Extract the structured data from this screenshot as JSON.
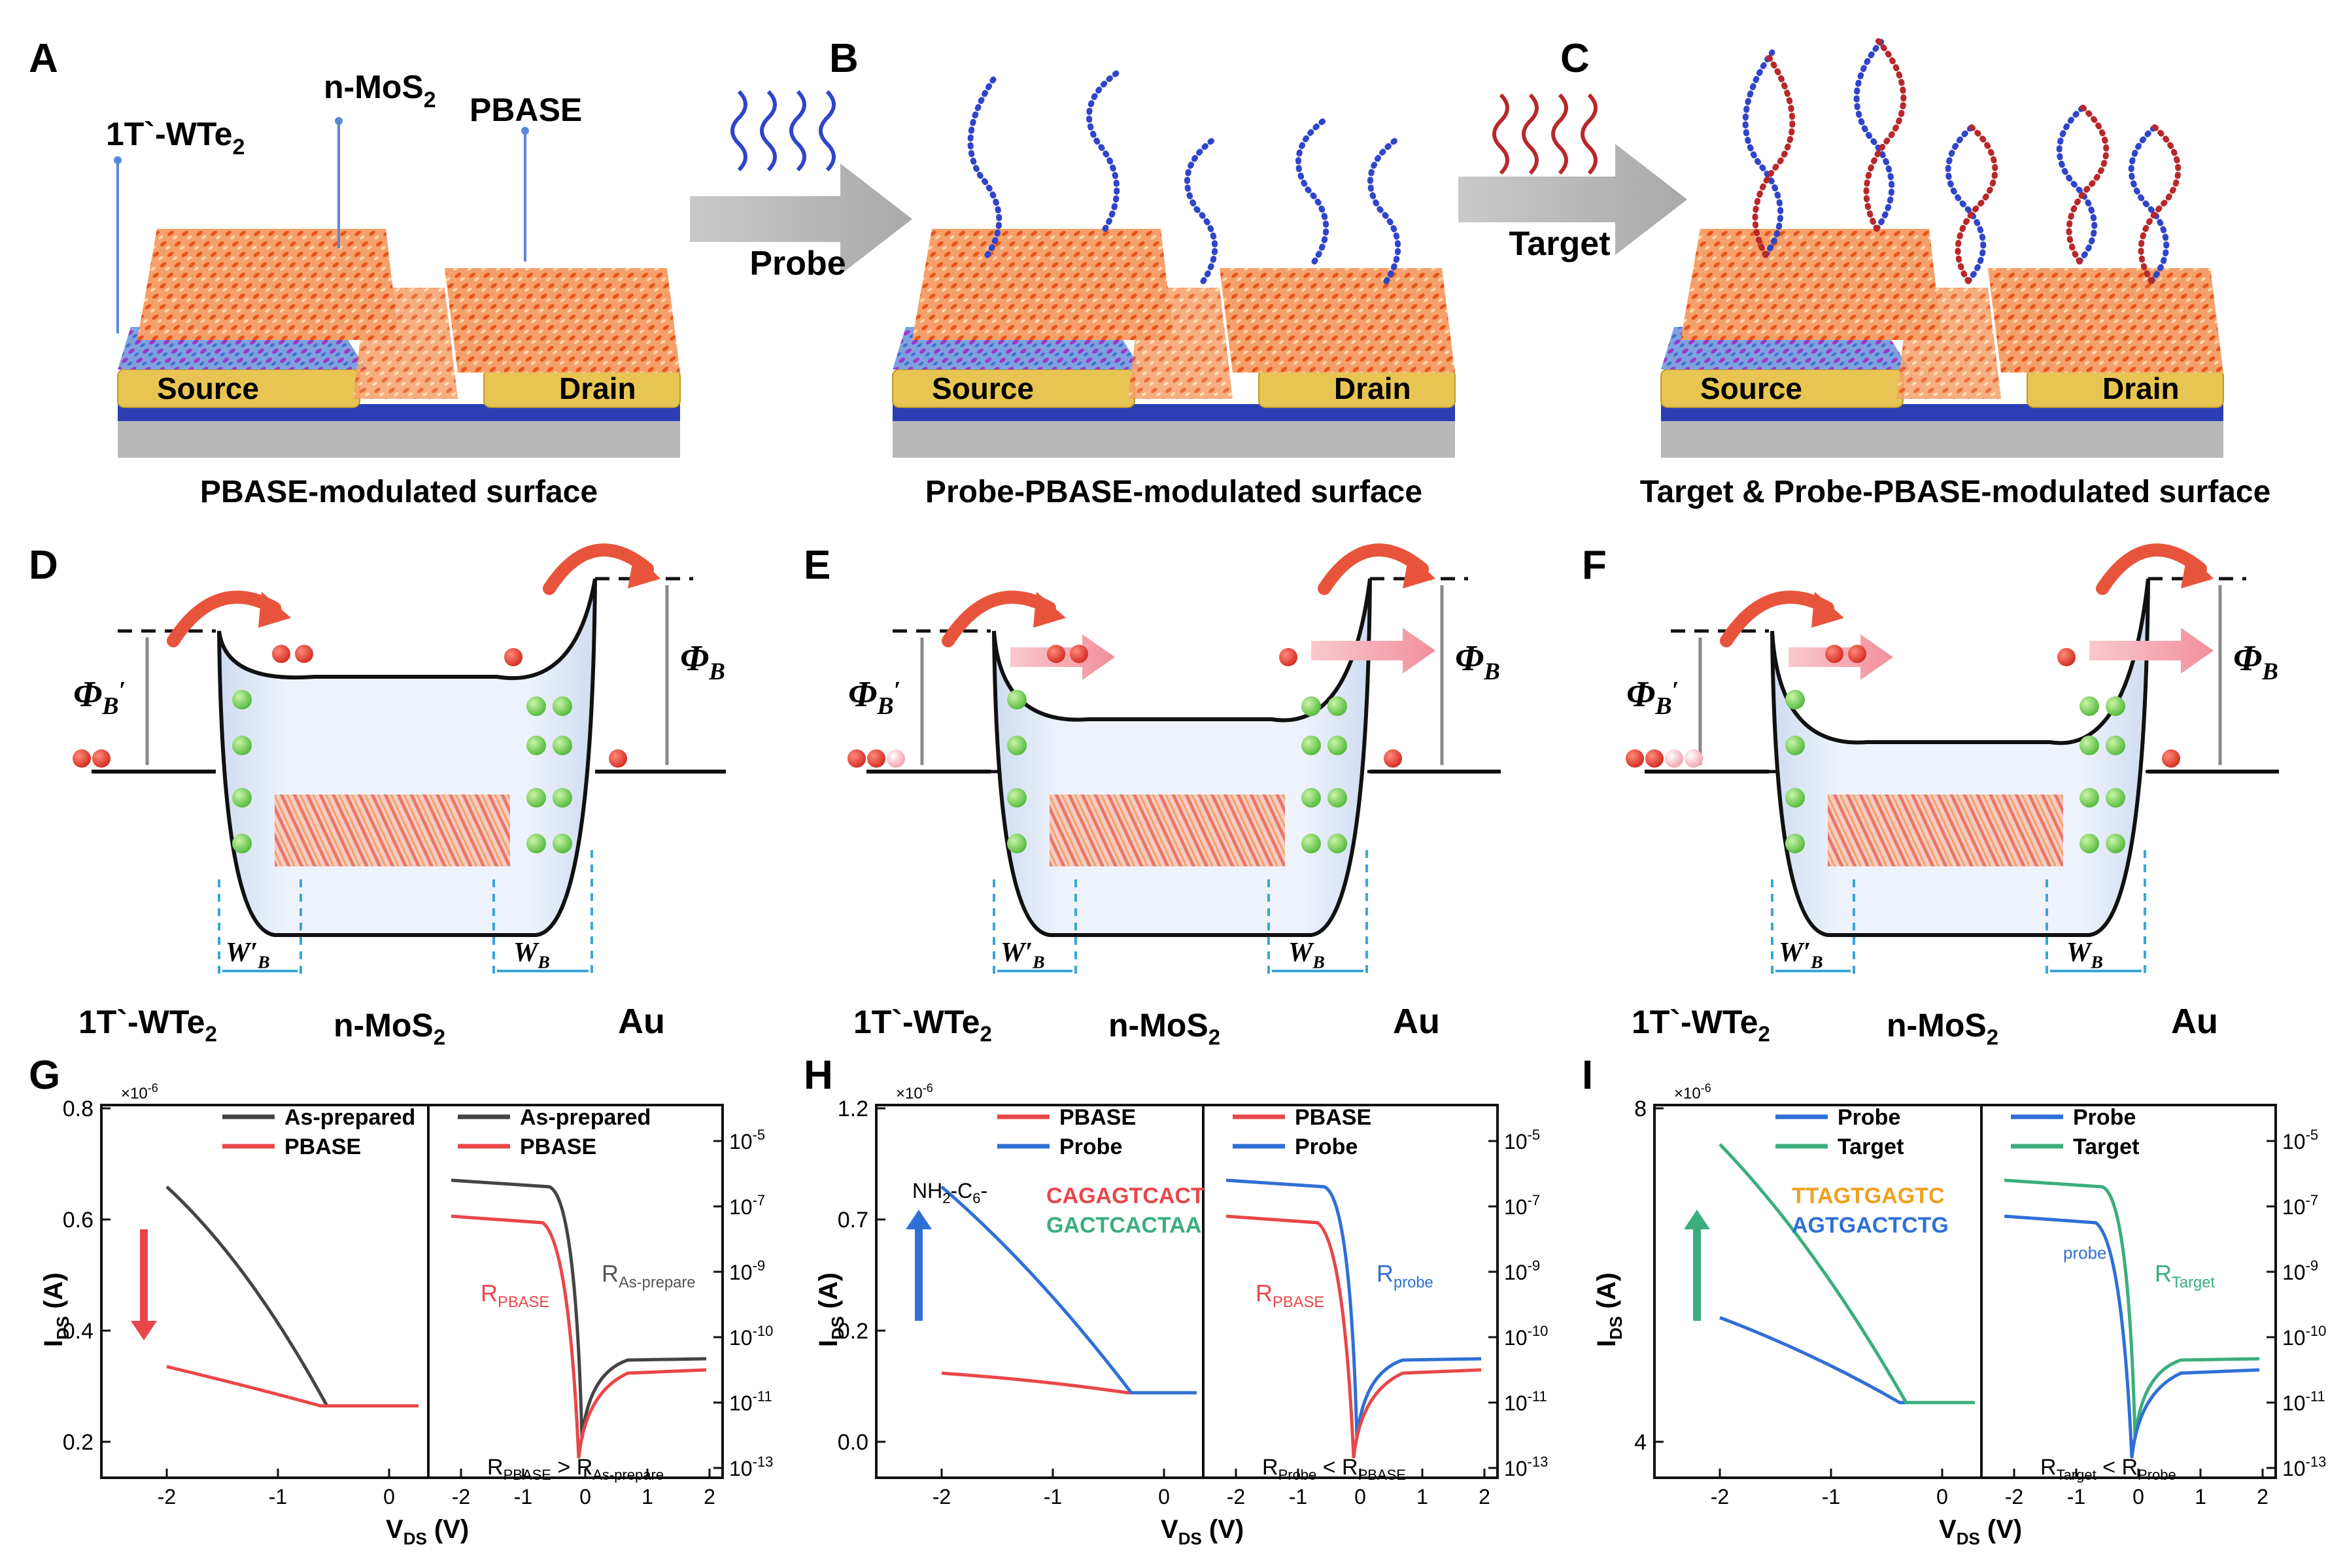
{
  "figure": {
    "panels_top": [
      {
        "letter": "A",
        "caption": "PBASE-modulated surface",
        "source": "Source",
        "drain": "Drain"
      },
      {
        "letter": "B",
        "caption": "Probe-PBASE-modulated surface",
        "source": "Source",
        "drain": "Drain"
      },
      {
        "letter": "C",
        "caption": "Target & Probe-PBASE-modulated surface",
        "source": "Source",
        "drain": "Drain"
      }
    ],
    "labels_a": {
      "wte2": "1T`-WTe",
      "mos2": "n-MoS",
      "sub2": "2",
      "pbase": "PBASE"
    },
    "arrow_probe": "Probe",
    "arrow_target": "Target",
    "colors": {
      "gold": "#E8C552",
      "blue_sub": "#2B3FB3",
      "grey_sub": "#B5B5B5",
      "red": "#E8474A",
      "blue": "#2F6FD6",
      "green": "#3AAE7C",
      "black": "#222222"
    },
    "panels_mid": [
      {
        "letter": "D",
        "left": "1T`-WTe",
        "mid": "n-MoS",
        "right": "Au"
      },
      {
        "letter": "E",
        "left": "1T`-WTe",
        "mid": "n-MoS",
        "right": "Au"
      },
      {
        "letter": "F",
        "left": "1T`-WTe",
        "mid": "n-MoS",
        "right": "Au"
      }
    ],
    "band": {
      "phi_b": "Φ",
      "phi_sub": "B",
      "prime": "′",
      "w_prime": "W′",
      "w": "W",
      "w_sub": "B"
    },
    "panels_bottom": [
      {
        "letter": "G",
        "left_scale": "×10",
        "left_scale_exp": "-6",
        "left_ticks": [
          "0.8",
          "0.6",
          "0.4",
          "0.2"
        ],
        "right_ticks": [
          {
            "base": "10",
            "exp": "-5"
          },
          {
            "base": "10",
            "exp": "-7"
          },
          {
            "base": "10",
            "exp": "-9"
          },
          {
            "base": "10",
            "exp": "-10"
          },
          {
            "base": "10",
            "exp": "-11"
          },
          {
            "base": "10",
            "exp": "-13"
          }
        ],
        "x_ticks_left": [
          "-2",
          "-1",
          "0"
        ],
        "x_ticks_right": [
          "-2",
          "-1",
          "0",
          "1",
          "2"
        ],
        "ylabel": "I",
        "ylabel_sub": "DS",
        "ylabel_unit": " (A)",
        "xlabel": "V",
        "xlabel_sub": "DS",
        "xlabel_unit": " (V)",
        "legend_left": [
          "As-prepared",
          "PBASE"
        ],
        "legend_right": [
          "As-prepared",
          "PBASE"
        ],
        "annot_1": "R",
        "annot_1_sub": "PBASE",
        "annot_2": "R",
        "annot_2_sub": "As-prepare",
        "compare_l": "R",
        "compare_l_sub": "PBASE",
        "compare_op": ">",
        "compare_r": "R",
        "compare_r_sub": "As-prepare"
      },
      {
        "letter": "H",
        "left_scale": "×10",
        "left_scale_exp": "-6",
        "left_ticks": [
          "1.2",
          "0.7",
          "0.2",
          "0.0"
        ],
        "right_ticks": [
          {
            "base": "10",
            "exp": "-5"
          },
          {
            "base": "10",
            "exp": "-7"
          },
          {
            "base": "10",
            "exp": "-9"
          },
          {
            "base": "10",
            "exp": "-10"
          },
          {
            "base": "10",
            "exp": "-11"
          },
          {
            "base": "10",
            "exp": "-13"
          }
        ],
        "x_ticks_left": [
          "-2",
          "-1",
          "0"
        ],
        "x_ticks_right": [
          "-2",
          "-1",
          "0",
          "1",
          "2"
        ],
        "ylabel": "I",
        "ylabel_sub": "DS",
        "ylabel_unit": " (A)",
        "xlabel": "V",
        "xlabel_sub": "DS",
        "xlabel_unit": " (V)",
        "legend_left": [
          "PBASE",
          "Probe"
        ],
        "legend_right": [
          "PBASE",
          "Probe"
        ],
        "seq_prefix": "NH",
        "seq_prefix_sub1": "2",
        "seq_prefix_mid": "-C",
        "seq_prefix_sub2": "6",
        "seq_prefix_end": "-",
        "seq1": "CAGAGTCACT",
        "seq2": "GACTCACTAA",
        "annot_1": "R",
        "annot_1_sub": "PBASE",
        "annot_2": "R",
        "annot_2_sub": "probe",
        "compare_l": "R",
        "compare_l_sub": "Probe",
        "compare_op": "<",
        "compare_r": "R",
        "compare_r_sub": "PBASE"
      },
      {
        "letter": "I",
        "left_scale": "×10",
        "left_scale_exp": "-6",
        "left_ticks": [
          "8",
          "4"
        ],
        "right_ticks": [
          {
            "base": "10",
            "exp": "-5"
          },
          {
            "base": "10",
            "exp": "-7"
          },
          {
            "base": "10",
            "exp": "-9"
          },
          {
            "base": "10",
            "exp": "-10"
          },
          {
            "base": "10",
            "exp": "-11"
          },
          {
            "base": "10",
            "exp": "-13"
          }
        ],
        "x_ticks_left": [
          "-2",
          "-1",
          "0"
        ],
        "x_ticks_right": [
          "-2",
          "-1",
          "0",
          "1",
          "2"
        ],
        "ylabel": "I",
        "ylabel_sub": "DS",
        "ylabel_unit": " (A)",
        "xlabel": "V",
        "xlabel_sub": "DS",
        "xlabel_unit": " (V)",
        "legend_left": [
          "Probe",
          "Target"
        ],
        "legend_right": [
          "Probe",
          "Target"
        ],
        "seq1": "TTAGTGAGTC",
        "seq2": "AGTGACTCTG",
        "annot_1": "probe",
        "annot_2": "R",
        "annot_2_sub": "Target",
        "compare_l": "R",
        "compare_l_sub": "Target",
        "compare_op": "<",
        "compare_r": "R",
        "compare_r_sub": "Probe"
      }
    ]
  }
}
